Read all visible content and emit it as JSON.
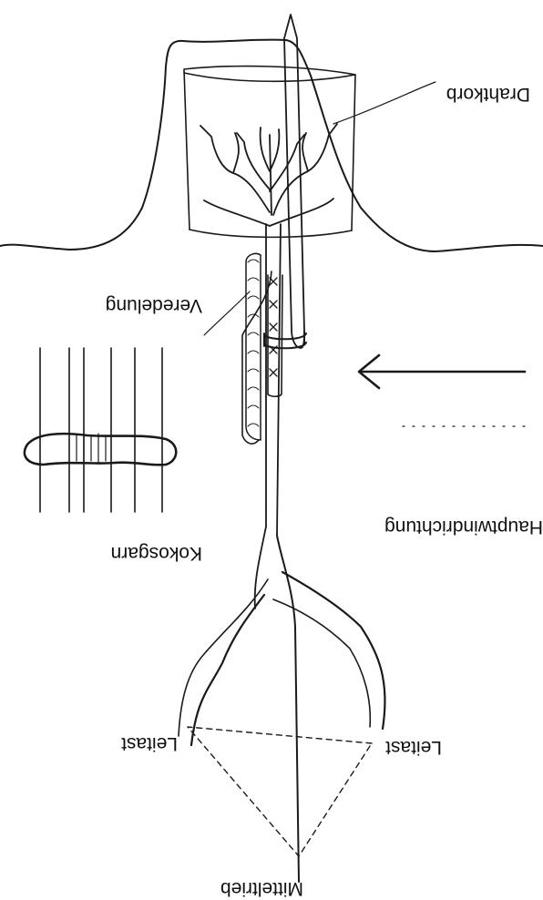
{
  "labels": {
    "drahtkorb": "Drahtkorb",
    "veredelung": "Veredelung",
    "hauptwindrichtung": "Hauptwindrichtung",
    "kokosgarn": "Kokosgarn",
    "leitast_left": "Leitast",
    "leitast_right": "Leitast",
    "mitteltrieb": "Mitteltrieb"
  },
  "colors": {
    "ink": "#1a1a1a",
    "background": "#ffffff"
  },
  "orientation": "rotated-180"
}
